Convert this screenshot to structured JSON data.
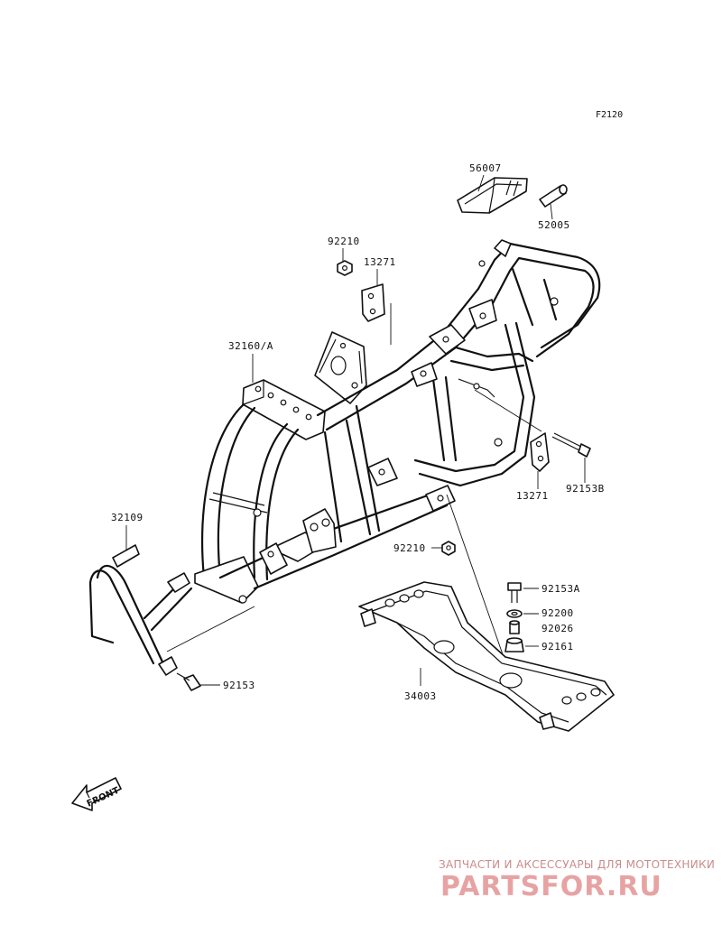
{
  "figure_code": "F2120",
  "parts": {
    "p56007": "56007",
    "p52005": "52005",
    "p92210_top": "92210",
    "p13271_top": "13271",
    "p32160A": "32160/A",
    "p13271_right": "13271",
    "p92153B": "92153B",
    "p32109": "32109",
    "p92210_mid": "92210",
    "p92153A": "92153A",
    "p92200": "92200",
    "p92026": "92026",
    "p92161": "92161",
    "p34003": "34003",
    "p92153": "92153"
  },
  "front_label": "FRONT",
  "watermark": {
    "tagline": "ЗАПЧАСТИ И АКСЕССУАРЫ ДЛЯ МОТОТЕХНИКИ",
    "brand": "PARTSFOR.RU"
  }
}
